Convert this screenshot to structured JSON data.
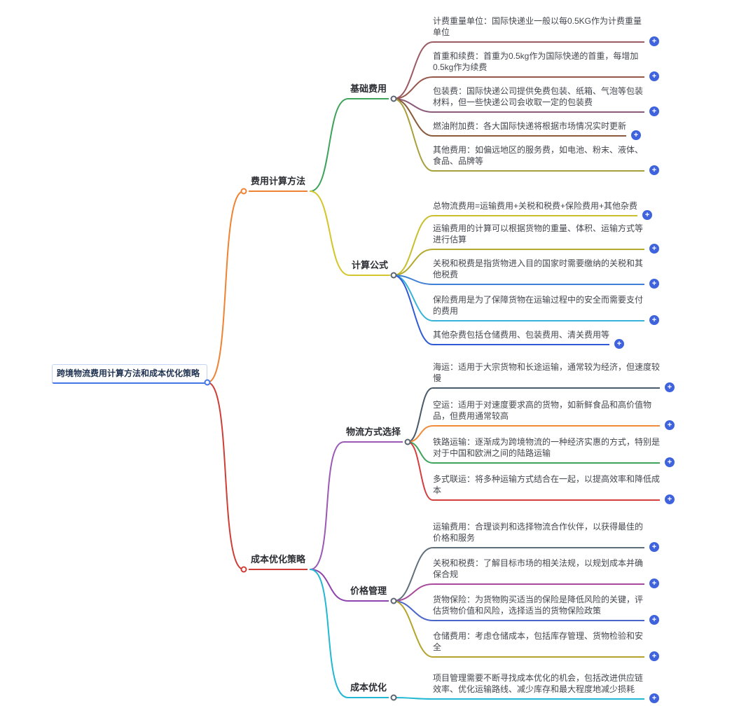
{
  "ui": {
    "plus_label": "+",
    "plus_color": "#3e63dd",
    "junction_color": "#5b6472"
  },
  "mindmap": {
    "root": {
      "label": "跨境物流费用计算方法和成本优化策略",
      "color": "#4576e8"
    },
    "branches": [
      {
        "label": "费用计算方法",
        "color": "#f08233",
        "children": [
          {
            "label": "基础费用",
            "color": "#3ea35b",
            "leaves": [
              {
                "text": "计费重量单位：国际快递业一般以每0.5KG作为计费重量单位",
                "color": "#9c5b63"
              },
              {
                "text": "首重和续费：首重为0.5kg作为国际快递的首重，每增加0.5kg作为续费",
                "color": "#96564a"
              },
              {
                "text": "包装费：国际快递公司提供免费包装、纸箱、气泡等包装材料，但一些快递公司会收取一定的包装费",
                "color": "#8a5a78"
              },
              {
                "text": "燃油附加费：各大国际快递将根据市场情况实时更新",
                "color": "#8a5a3b"
              },
              {
                "text": "其他费用：如偏远地区的服务费，如电池、粉末、液体、食品、品牌等",
                "color": "#a89f3d"
              }
            ]
          },
          {
            "label": "计算公式",
            "color": "#d5c62d",
            "leaves": [
              {
                "text": "总物流费用=运输费用+关税和税费+保险费用+其他杂费",
                "color": "#c9bf2e"
              },
              {
                "text": "运输费用的计算可以根据货物的重量、体积、运输方式等进行估算",
                "color": "#b4aa30"
              },
              {
                "text": "关税和税费是指货物进入目的国家时需要缴纳的关税和其他税费",
                "color": "#3f7fd6"
              },
              {
                "text": "保险费用是为了保障货物在运输过程中的安全而需要支付的费用",
                "color": "#35b3d8"
              },
              {
                "text": "其他杂费包括仓储费用、包装费用、清关费用等",
                "color": "#3059d6"
              }
            ]
          }
        ]
      },
      {
        "label": "成本优化策略",
        "color": "#cf3e36",
        "children": [
          {
            "label": "物流方式选择",
            "color": "#9b59b6",
            "leaves": [
              {
                "text": "海运：适用于大宗货物和长途运输，通常较为经济，但速度较慢",
                "color": "#4a5a6a"
              },
              {
                "text": "空运：适用于对速度要求高的货物，如新鲜食品和高价值物品，但费用通常较高",
                "color": "#f08c3a"
              },
              {
                "text": "铁路运输：逐渐成为跨境物流的一种经济实惠的方式，特别是对于中国和欧洲之间的陆路运输",
                "color": "#3ea35b"
              },
              {
                "text": "多式联运：将多种运输方式结合在一起，以提高效率和降低成本",
                "color": "#d63e3e"
              }
            ]
          },
          {
            "label": "价格管理",
            "color": "#8e44ad",
            "leaves": [
              {
                "text": "运输费用：合理谈判和选择物流合作伙伴，以获得最佳的价格和服务",
                "color": "#60707a"
              },
              {
                "text": "关税和税费：了解目标市场的相关法规，以规划成本并确保合规",
                "color": "#a84a9c"
              },
              {
                "text": "货物保险：为货物购买适当的保险是降低风险的关键，评估货物价值和风险，选择适当的货物保险政策",
                "color": "#4a66c8"
              },
              {
                "text": "仓储费用：考虑仓储成本，包括库存管理、货物检验和安全",
                "color": "#b4a42c"
              }
            ]
          },
          {
            "label": "成本优化",
            "color": "#22b8d4",
            "leaves": [
              {
                "text": "项目管理需要不断寻找成本优化的机会，包括改进供应链效率、优化运输路线、减少库存和最大程度地减少损耗",
                "color": "#22b8d4"
              }
            ]
          }
        ]
      }
    ]
  }
}
